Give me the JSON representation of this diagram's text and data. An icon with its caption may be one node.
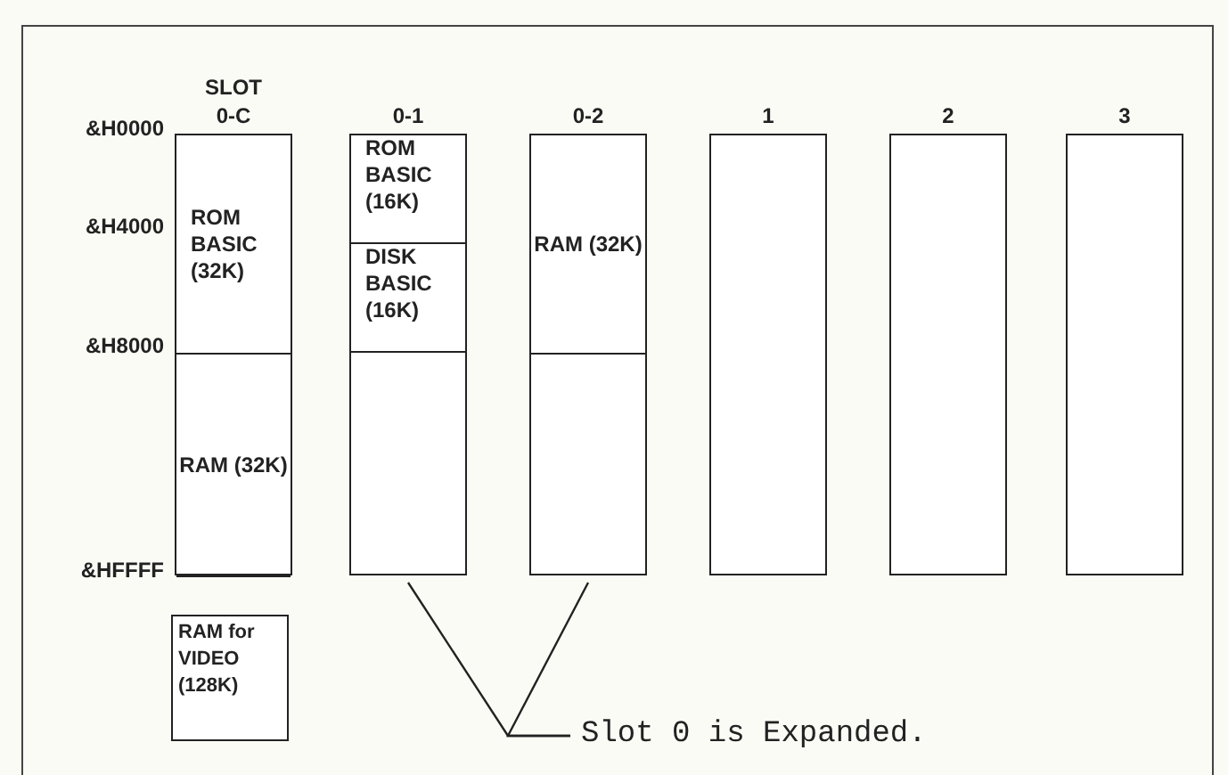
{
  "diagram": {
    "nodes": [
      {
        "text": [
          "SLOT 0-C"
        ]
      },
      {
        "text": [
          "ROM BASIC (32K)"
        ],
        "in": 0
      },
      {
        "text": [
          "RAM (32K)"
        ],
        "in": 0
      },
      {
        "text": [
          "0-1"
        ]
      },
      {
        "text": [
          "ROM BASIC (16K)"
        ],
        "in": 3
      },
      {
        "text": [
          "DISK BASIC (16K)"
        ],
        "in": 3
      },
      {
        "text": [
          "0-2"
        ]
      },
      {
        "text": [
          "RAM (32K)"
        ],
        "in": 6
      },
      {
        "text": [
          "1"
        ]
      },
      {
        "text": [
          "2"
        ]
      },
      {
        "text": [
          "3"
        ]
      },
      {
        "text": [
          "RAM for VIDEO (128K)"
        ]
      },
      {
        "text": [
          "Slot 0 is Expanded."
        ]
      }
    ],
    "edges": [
      {
        "from": 12,
        "to": 3,
        "arrow": "none"
      },
      {
        "from": 12,
        "to": 6,
        "arrow": "none"
      }
    ],
    "labels": [
      "&H0000",
      "&H4000",
      "&H8000",
      "&HFFFF"
    ]
  }
}
